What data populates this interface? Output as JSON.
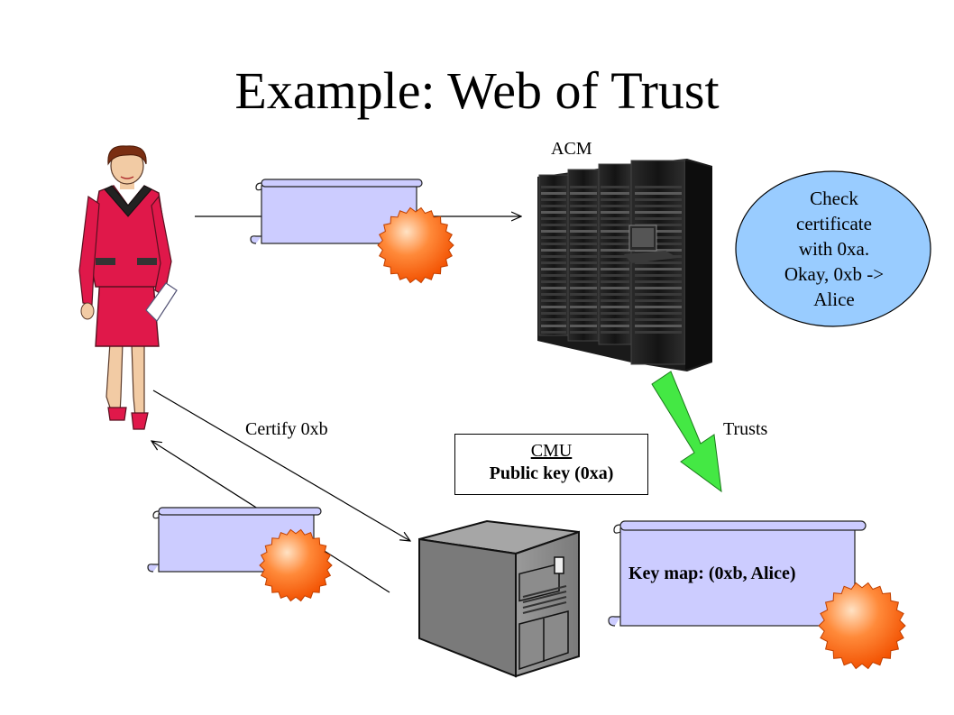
{
  "slide": {
    "title": "Example: Web of Trust"
  },
  "labels": {
    "acm": "ACM",
    "certify": "Certify 0xb",
    "trusts": "Trusts"
  },
  "cmu_box": {
    "name": "CMU",
    "key": "Public key (0xa)"
  },
  "bubble": {
    "lines": [
      "Check",
      "certificate",
      "with 0xa.",
      "Okay, 0xb ->",
      "Alice"
    ]
  },
  "keymap": {
    "text": "Key map: (0xb, Alice)"
  },
  "colors": {
    "scroll_fill": "#ccccff",
    "bubble_fill": "#99ccff",
    "seal_orange": "#ff6600",
    "trust_arrow": "#44e844",
    "suit_red": "#e0184a"
  },
  "icons": {
    "person": "woman-figure",
    "acm_server": "server-rack",
    "cmu_server": "tower-computer",
    "certificate": "scroll-with-seal"
  }
}
